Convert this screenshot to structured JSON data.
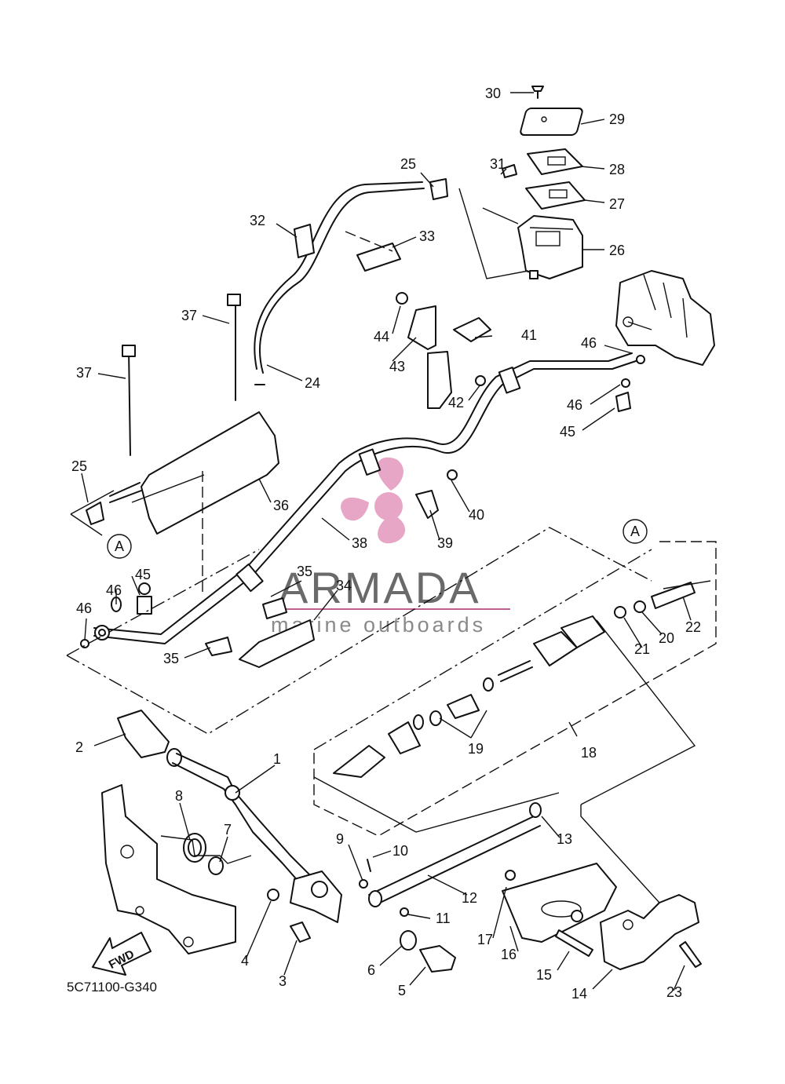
{
  "drawing_code": "5C71100-G340",
  "watermark": {
    "brand": "ARMADA",
    "tagline": "marine outboards",
    "logo_color": "#e7a6c6",
    "line_color": "#c06090"
  },
  "direction_label": "FWD",
  "reference_markers": [
    "A",
    "A"
  ],
  "callouts": {
    "p1": "1",
    "p2": "2",
    "p3": "3",
    "p4": "4",
    "p5": "5",
    "p6": "6",
    "p7": "7",
    "p8": "8",
    "p9": "9",
    "p10": "10",
    "p11": "11",
    "p12": "12",
    "p13": "13",
    "p14": "14",
    "p15": "15",
    "p16": "16",
    "p17": "17",
    "p18": "18",
    "p19": "19",
    "p20": "20",
    "p21": "21",
    "p22": "22",
    "p23": "23",
    "p24": "24",
    "p25a": "25",
    "p25b": "25",
    "p26": "26",
    "p27": "27",
    "p28": "28",
    "p29": "29",
    "p30": "30",
    "p31": "31",
    "p32": "32",
    "p33": "33",
    "p34": "34",
    "p35a": "35",
    "p35b": "35",
    "p36": "36",
    "p37a": "37",
    "p37b": "37",
    "p38": "38",
    "p39": "39",
    "p40": "40",
    "p41": "41",
    "p42": "42",
    "p43": "43",
    "p44": "44",
    "p45a": "45",
    "p45b": "45",
    "p46a": "46",
    "p46b": "46",
    "p46c": "46",
    "p46d": "46"
  }
}
